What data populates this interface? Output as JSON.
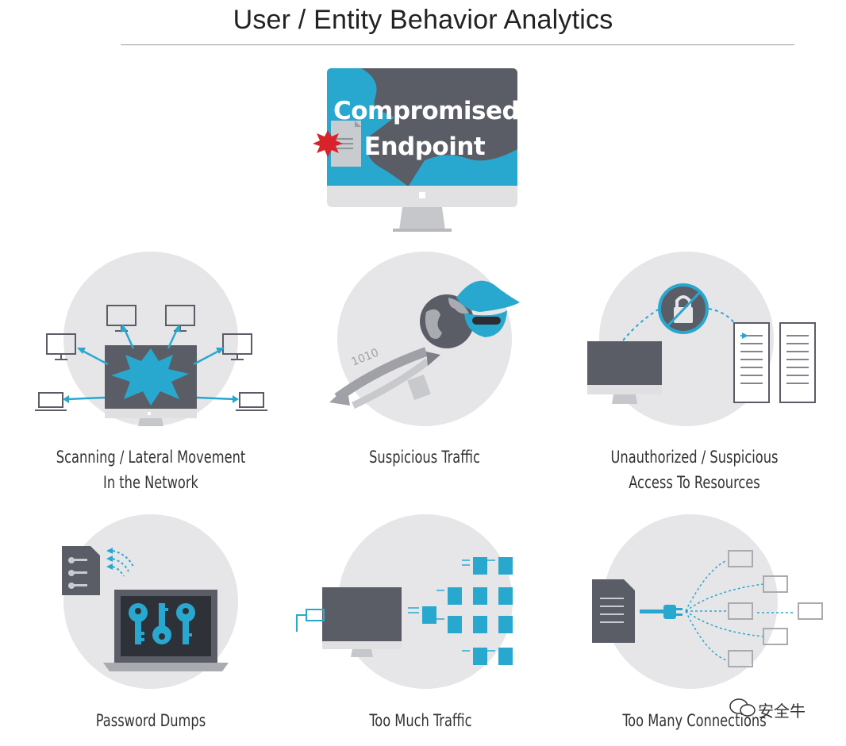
{
  "title": "User / Entity Behavior Analytics",
  "hero": {
    "line1": "Compromised",
    "line2": "Endpoint"
  },
  "tiles": [
    {
      "line1": "Scanning / Lateral Movement",
      "line2": "In the Network"
    },
    {
      "line1": "Suspicious Traffic",
      "line2": ""
    },
    {
      "line1": "Unauthorized / Suspicious",
      "line2": "Access To Resources"
    },
    {
      "line1": "Password  Dumps",
      "line2": ""
    },
    {
      "line1": "Too Much Traffic",
      "line2": ""
    },
    {
      "line1": "Too Many Connections",
      "line2": ""
    }
  ],
  "traffic_digits": "1010",
  "watermark": "安全牛",
  "colors": {
    "teal": "#29a8cf",
    "dark": "#5a5d66",
    "circle": "#e6e6e8",
    "red": "#d8232a",
    "gray": "#bdbfc4"
  }
}
